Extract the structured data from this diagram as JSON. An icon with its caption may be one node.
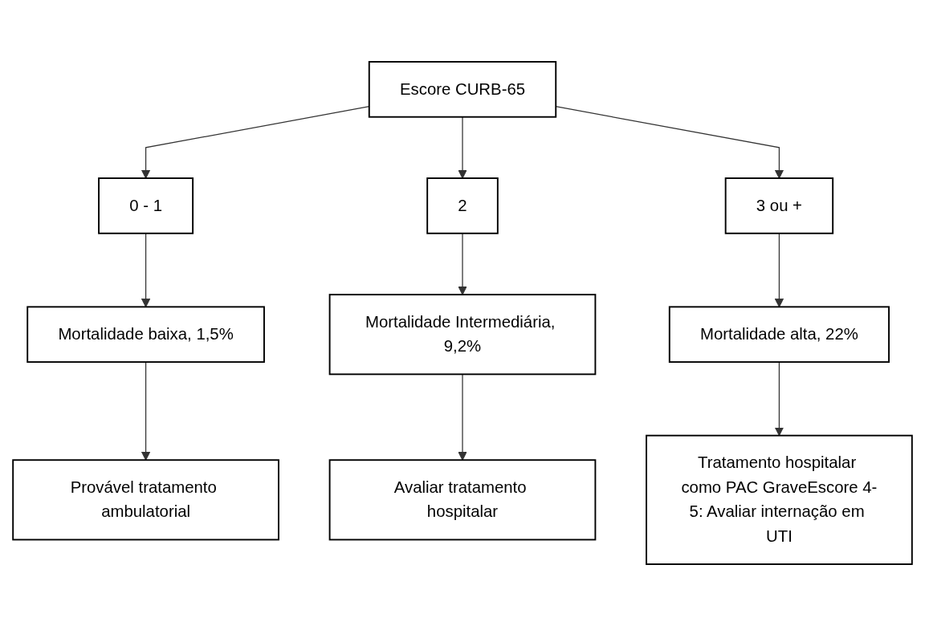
{
  "diagram": {
    "nodes": [
      {
        "text": [
          "Escore CURB-65"
        ]
      },
      {
        "text": [
          "0 - 1"
        ]
      },
      {
        "text": [
          "2"
        ]
      },
      {
        "text": [
          "3 ou +"
        ]
      },
      {
        "text": [
          "Mortalidade baixa, 1,5%"
        ]
      },
      {
        "text": [
          "Mortalidade Intermediária, 9,2%"
        ]
      },
      {
        "text": [
          "Mortalidade alta, 22%"
        ]
      },
      {
        "text": [
          "Provável tratamento ambulatorial"
        ]
      },
      {
        "text": [
          "Avaliar tratamento hospitalar"
        ]
      },
      {
        "text": [
          "Tratamento hospitalar como PAC GraveEscore 4-5: Avaliar internação em UTI"
        ]
      }
    ],
    "edges": [
      {
        "from": 0,
        "to": 1,
        "arrow": "to"
      },
      {
        "from": 0,
        "to": 2,
        "arrow": "to"
      },
      {
        "from": 0,
        "to": 3,
        "arrow": "to"
      },
      {
        "from": 1,
        "to": 4,
        "arrow": "to"
      },
      {
        "from": 2,
        "to": 5,
        "arrow": "to"
      },
      {
        "from": 3,
        "to": 6,
        "arrow": "to"
      },
      {
        "from": 4,
        "to": 7,
        "arrow": "to"
      },
      {
        "from": 5,
        "to": 8,
        "arrow": "to"
      },
      {
        "from": 6,
        "to": 9,
        "arrow": "to"
      }
    ]
  }
}
